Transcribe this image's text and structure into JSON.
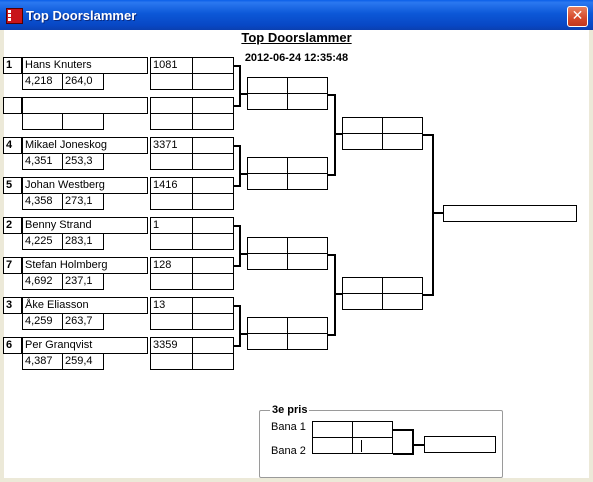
{
  "window": {
    "title": "Top Doorslammer",
    "close_glyph": "✕"
  },
  "header": {
    "title": "Top Doorslammer",
    "datetime": "2012-06-24 12:35:48"
  },
  "entries": [
    {
      "seed": "1",
      "name": "Hans Knuters",
      "reaction": "4,218",
      "speed": "264,0",
      "number": "1081"
    },
    {
      "seed": "",
      "name": "",
      "reaction": "",
      "speed": "",
      "number": ""
    },
    {
      "seed": "4",
      "name": "Mikael Joneskog",
      "reaction": "4,351",
      "speed": "253,3",
      "number": "3371"
    },
    {
      "seed": "5",
      "name": "Johan Westberg",
      "reaction": "4,358",
      "speed": "273,1",
      "number": "1416"
    },
    {
      "seed": "2",
      "name": "Benny Strand",
      "reaction": "4,225",
      "speed": "283,1",
      "number": "1"
    },
    {
      "seed": "7",
      "name": "Stefan Holmberg",
      "reaction": "4,692",
      "speed": "237,1",
      "number": "128"
    },
    {
      "seed": "3",
      "name": "Åke Eliasson",
      "reaction": "4,259",
      "speed": "263,7",
      "number": "13"
    },
    {
      "seed": "6",
      "name": "Per Granqvist",
      "reaction": "4,387",
      "speed": "259,4",
      "number": "3359"
    }
  ],
  "third_prize": {
    "title": "3e pris",
    "lane1": "Bana 1",
    "lane2": "Bana 2"
  }
}
